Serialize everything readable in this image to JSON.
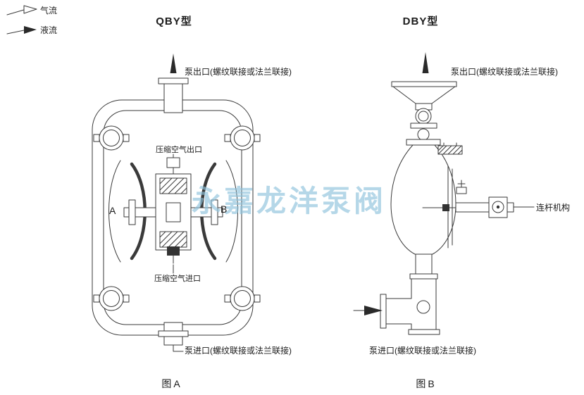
{
  "legend": {
    "air_flow_label": "气流",
    "liquid_flow_label": "液流"
  },
  "watermark": {
    "text": "永嘉龙洋泵阀",
    "color": "#8fc3dc"
  },
  "qby": {
    "title": "QBY型",
    "outlet_label": "泵出口(螺纹联接或法兰联接)",
    "air_outlet_label": "压缩空气出口",
    "air_inlet_label": "压缩空气进口",
    "inlet_label": "泵进口(螺纹联接或法兰联接)",
    "chamber_a": "A",
    "chamber_b": "B",
    "caption": "图A"
  },
  "dby": {
    "title": "DBY型",
    "outlet_label": "泵出口(螺纹联接或法兰联接)",
    "linkage_label": "连杆机构",
    "inlet_label": "泵进口(螺纹联接或法兰联接)",
    "caption": "图B"
  },
  "colors": {
    "line": "#3a3a3a",
    "background": "#ffffff"
  }
}
